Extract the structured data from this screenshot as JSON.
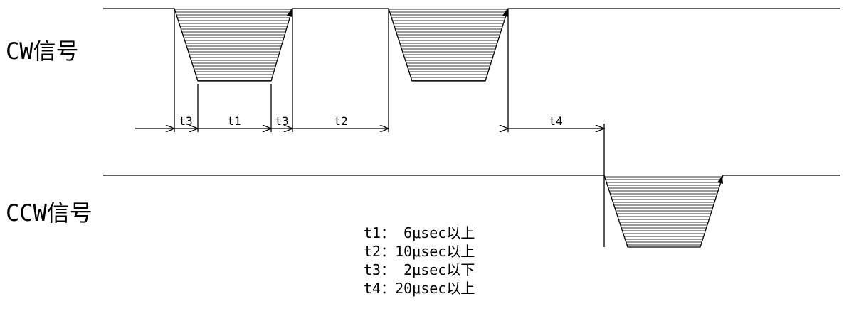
{
  "signals": {
    "cw_label": "CW信号",
    "ccw_label": "CCW信号"
  },
  "intervals": {
    "t3a": "t3",
    "t1": "t1",
    "t3b": "t3",
    "t2": "t2",
    "t4": "t4"
  },
  "legend": [
    "t1： 6μsec以上",
    "t2：10μsec以上",
    "t3： 2μsec以下",
    "t4：20μsec以上"
  ]
}
